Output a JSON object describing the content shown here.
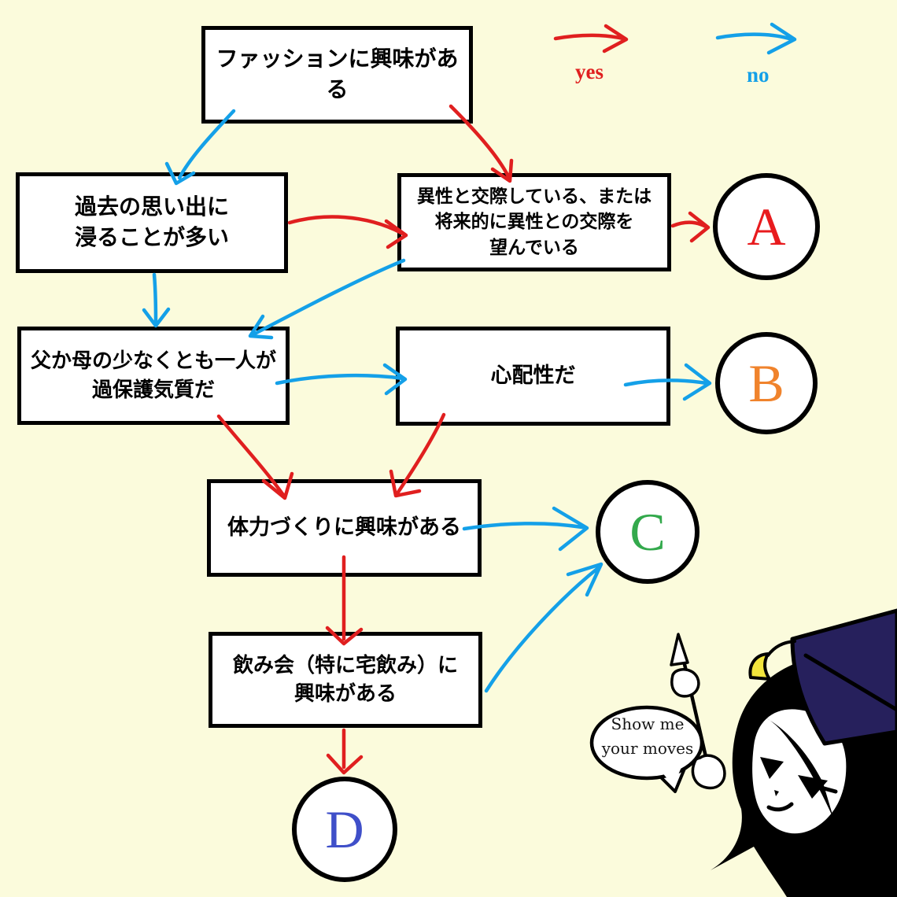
{
  "legend": {
    "yes_label": "yes",
    "no_label": "no"
  },
  "nodes": {
    "fashion": {
      "label": "ファッションに興味がある"
    },
    "past": {
      "label": "過去の思い出に\n浸ることが多い"
    },
    "dating": {
      "label": "異性と交際している、または\n将来的に異性との交際を\n望んでいる"
    },
    "parents": {
      "label": "父か母の少なくとも一人が\n過保護気質だ"
    },
    "worrier": {
      "label": "心配性だ"
    },
    "fitness": {
      "label": "体力づくりに興味がある"
    },
    "drinking": {
      "label": "飲み会（特に宅飲み）に\n興味がある"
    }
  },
  "results": {
    "a": "A",
    "b": "B",
    "c": "C",
    "d": "D"
  },
  "speech_bubble": {
    "line1": "Show me",
    "line2": "your moves"
  },
  "colors": {
    "background": "#fbfbdc",
    "yes_arrow": "#e01f1f",
    "no_arrow": "#14a0e8",
    "result_a": "#e81b1e",
    "result_b": "#f0832c",
    "result_c": "#33a94c",
    "result_d": "#3f4fc9",
    "cap_navy": "#26205c",
    "tassel_yellow": "#f2e53c"
  }
}
